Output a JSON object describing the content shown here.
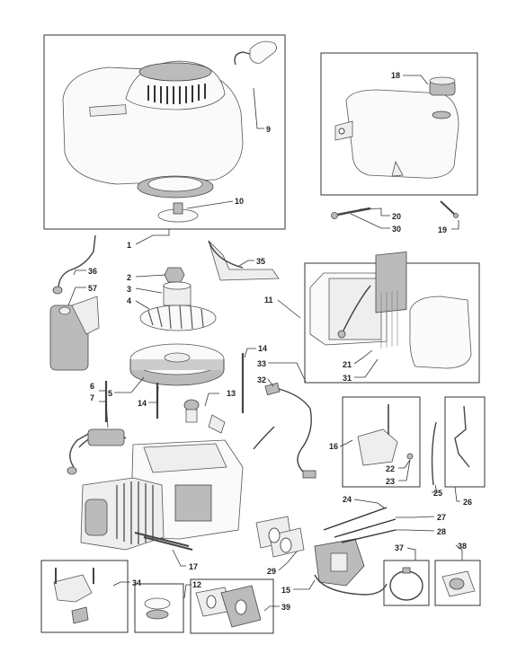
{
  "callouts": [
    {
      "id": "c1",
      "label": "1"
    },
    {
      "id": "c2",
      "label": "2"
    },
    {
      "id": "c3",
      "label": "3"
    },
    {
      "id": "c4",
      "label": "4"
    },
    {
      "id": "c5",
      "label": "5"
    },
    {
      "id": "c6",
      "label": "6"
    },
    {
      "id": "c7",
      "label": "7"
    },
    {
      "id": "c9",
      "label": "9"
    },
    {
      "id": "c10",
      "label": "10"
    },
    {
      "id": "c11",
      "label": "11"
    },
    {
      "id": "c12",
      "label": "12"
    },
    {
      "id": "c13",
      "label": "13"
    },
    {
      "id": "c14a",
      "label": "14"
    },
    {
      "id": "c14b",
      "label": "14"
    },
    {
      "id": "c15",
      "label": "15"
    },
    {
      "id": "c16",
      "label": "16"
    },
    {
      "id": "c17",
      "label": "17"
    },
    {
      "id": "c18",
      "label": "18"
    },
    {
      "id": "c19",
      "label": "19"
    },
    {
      "id": "c20",
      "label": "20"
    },
    {
      "id": "c21",
      "label": "21"
    },
    {
      "id": "c22",
      "label": "22"
    },
    {
      "id": "c23",
      "label": "23"
    },
    {
      "id": "c24",
      "label": "24"
    },
    {
      "id": "c25",
      "label": "25"
    },
    {
      "id": "c26",
      "label": "26"
    },
    {
      "id": "c27",
      "label": "27"
    },
    {
      "id": "c28",
      "label": "28"
    },
    {
      "id": "c29",
      "label": "29"
    },
    {
      "id": "c30",
      "label": "30"
    },
    {
      "id": "c31",
      "label": "31"
    },
    {
      "id": "c32",
      "label": "32"
    },
    {
      "id": "c33",
      "label": "33"
    },
    {
      "id": "c34",
      "label": "34"
    },
    {
      "id": "c35",
      "label": "35"
    },
    {
      "id": "c36",
      "label": "36"
    },
    {
      "id": "c37",
      "label": "37"
    },
    {
      "id": "c38",
      "label": "38"
    },
    {
      "id": "c39",
      "label": "39"
    },
    {
      "id": "c57",
      "label": "57"
    }
  ]
}
